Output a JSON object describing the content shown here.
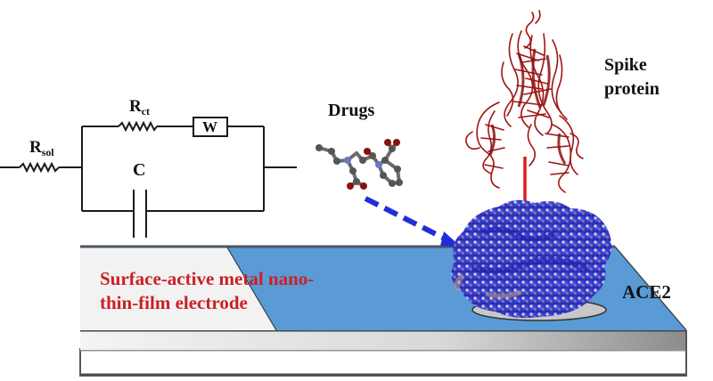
{
  "figure": {
    "circuit": {
      "r_sol": {
        "base": "R",
        "sub": "sol"
      },
      "r_ct": {
        "base": "R",
        "sub": "ct"
      },
      "warburg": "W",
      "capacitor": "C"
    },
    "labels": {
      "drugs": "Drugs",
      "spike_line1": "Spike",
      "spike_line2": "protein",
      "ace2": "ACE2",
      "electrode_line1": "Surface-active metal nano-",
      "electrode_line2": "thin-film electrode"
    },
    "colors": {
      "electrode_film": "#5b9bd5",
      "electrode_uncoated": "#f2f2f2",
      "label_red": "#cc1f24",
      "drug_arrow": "#1f2fd6",
      "binding_arrow": "#e01b24",
      "spike_protein": "#a01414",
      "ace2_surface": "#3a3fd0",
      "circuit_line": "#1a1a1a"
    }
  }
}
